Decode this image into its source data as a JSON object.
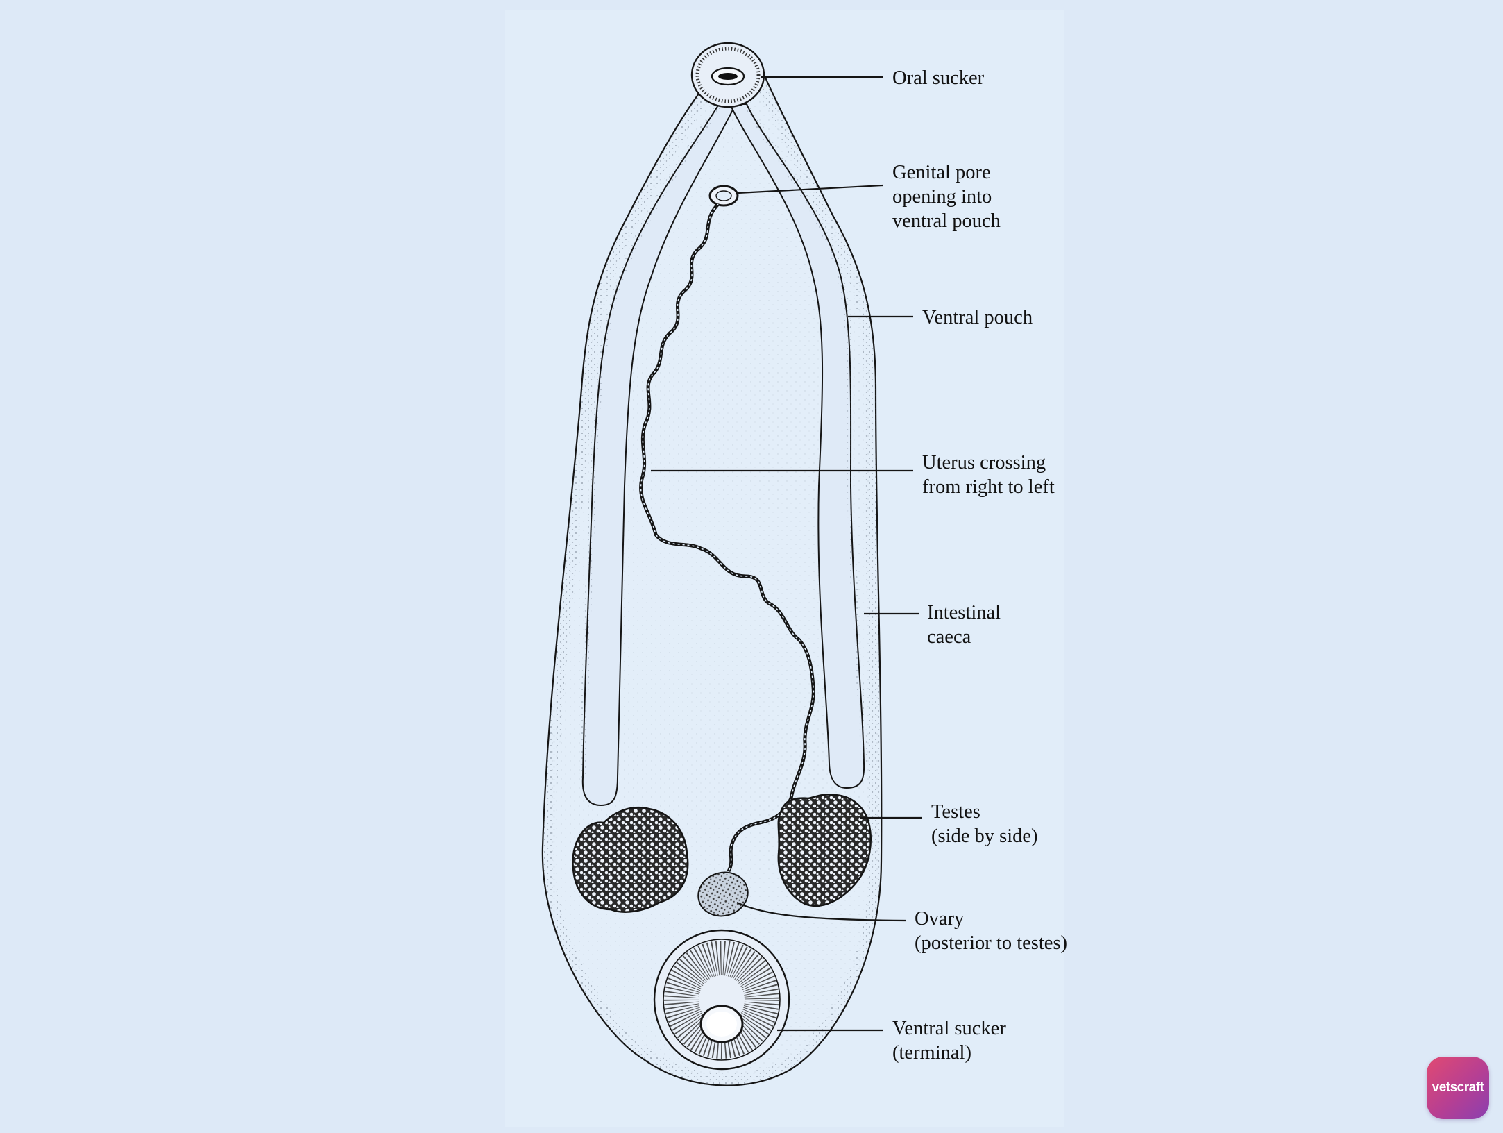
{
  "diagram": {
    "labels": {
      "oral_sucker": [
        "Oral sucker"
      ],
      "genital_pore": [
        "Genital pore",
        "opening into",
        "ventral pouch"
      ],
      "ventral_pouch": [
        "Ventral pouch"
      ],
      "uterus": [
        "Uterus crossing",
        "from right to left"
      ],
      "intestinal_caeca": [
        "Intestinal",
        "caeca"
      ],
      "testes": [
        "Testes",
        "(side by side)"
      ],
      "ovary": [
        "Ovary",
        "(posterior to testes)"
      ],
      "ventral_sucker": [
        "Ventral sucker",
        "(terminal)"
      ]
    }
  },
  "watermark": {
    "text": "vetscraft",
    "colors": [
      "#e14a72",
      "#b63f93",
      "#8a3fb0"
    ]
  },
  "colors": {
    "background": "#dde9f7",
    "panel": "#e1edf9",
    "ink": "#111111"
  }
}
